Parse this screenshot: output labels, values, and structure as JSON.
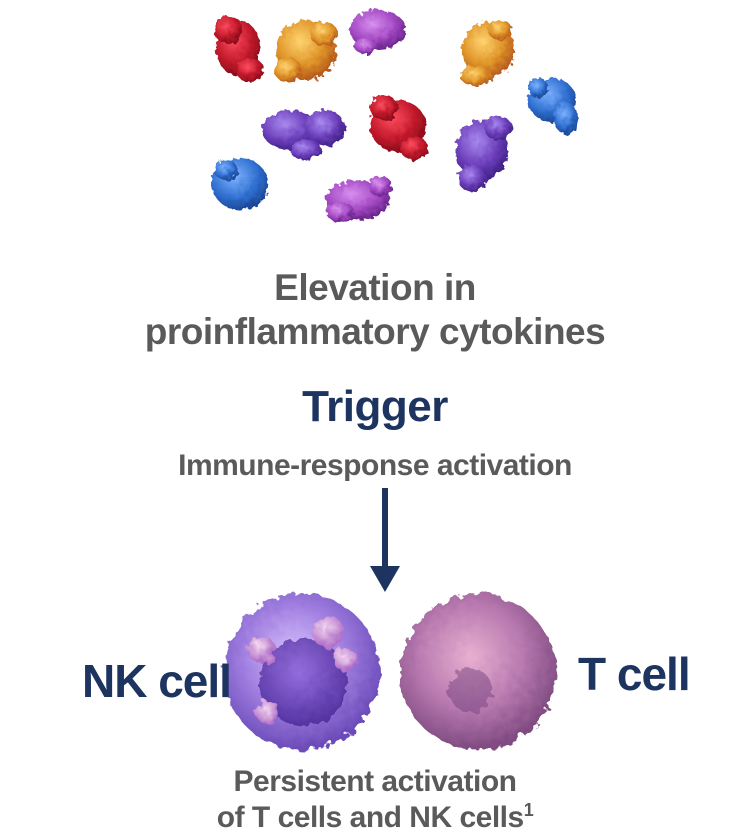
{
  "cytokines": {
    "label_line1": "Elevation in",
    "label_line2": "proinflammatory cytokines",
    "colors": {
      "red": "#c0182a",
      "orange": "#e0962a",
      "purple": "#7a4cc4",
      "magenta": "#a045c0",
      "blue": "#2f6fd0"
    }
  },
  "trigger": {
    "title": "Trigger",
    "subtitle": "Immune-response activation"
  },
  "cells": {
    "nk_label": "NK cell",
    "t_label": "T cell"
  },
  "outcome": {
    "line1": "Persistent activation",
    "line2": "of T cells and NK cells",
    "footnote": "1"
  },
  "colors": {
    "navy": "#1d3461",
    "gray_text": "#5a5a5a"
  }
}
